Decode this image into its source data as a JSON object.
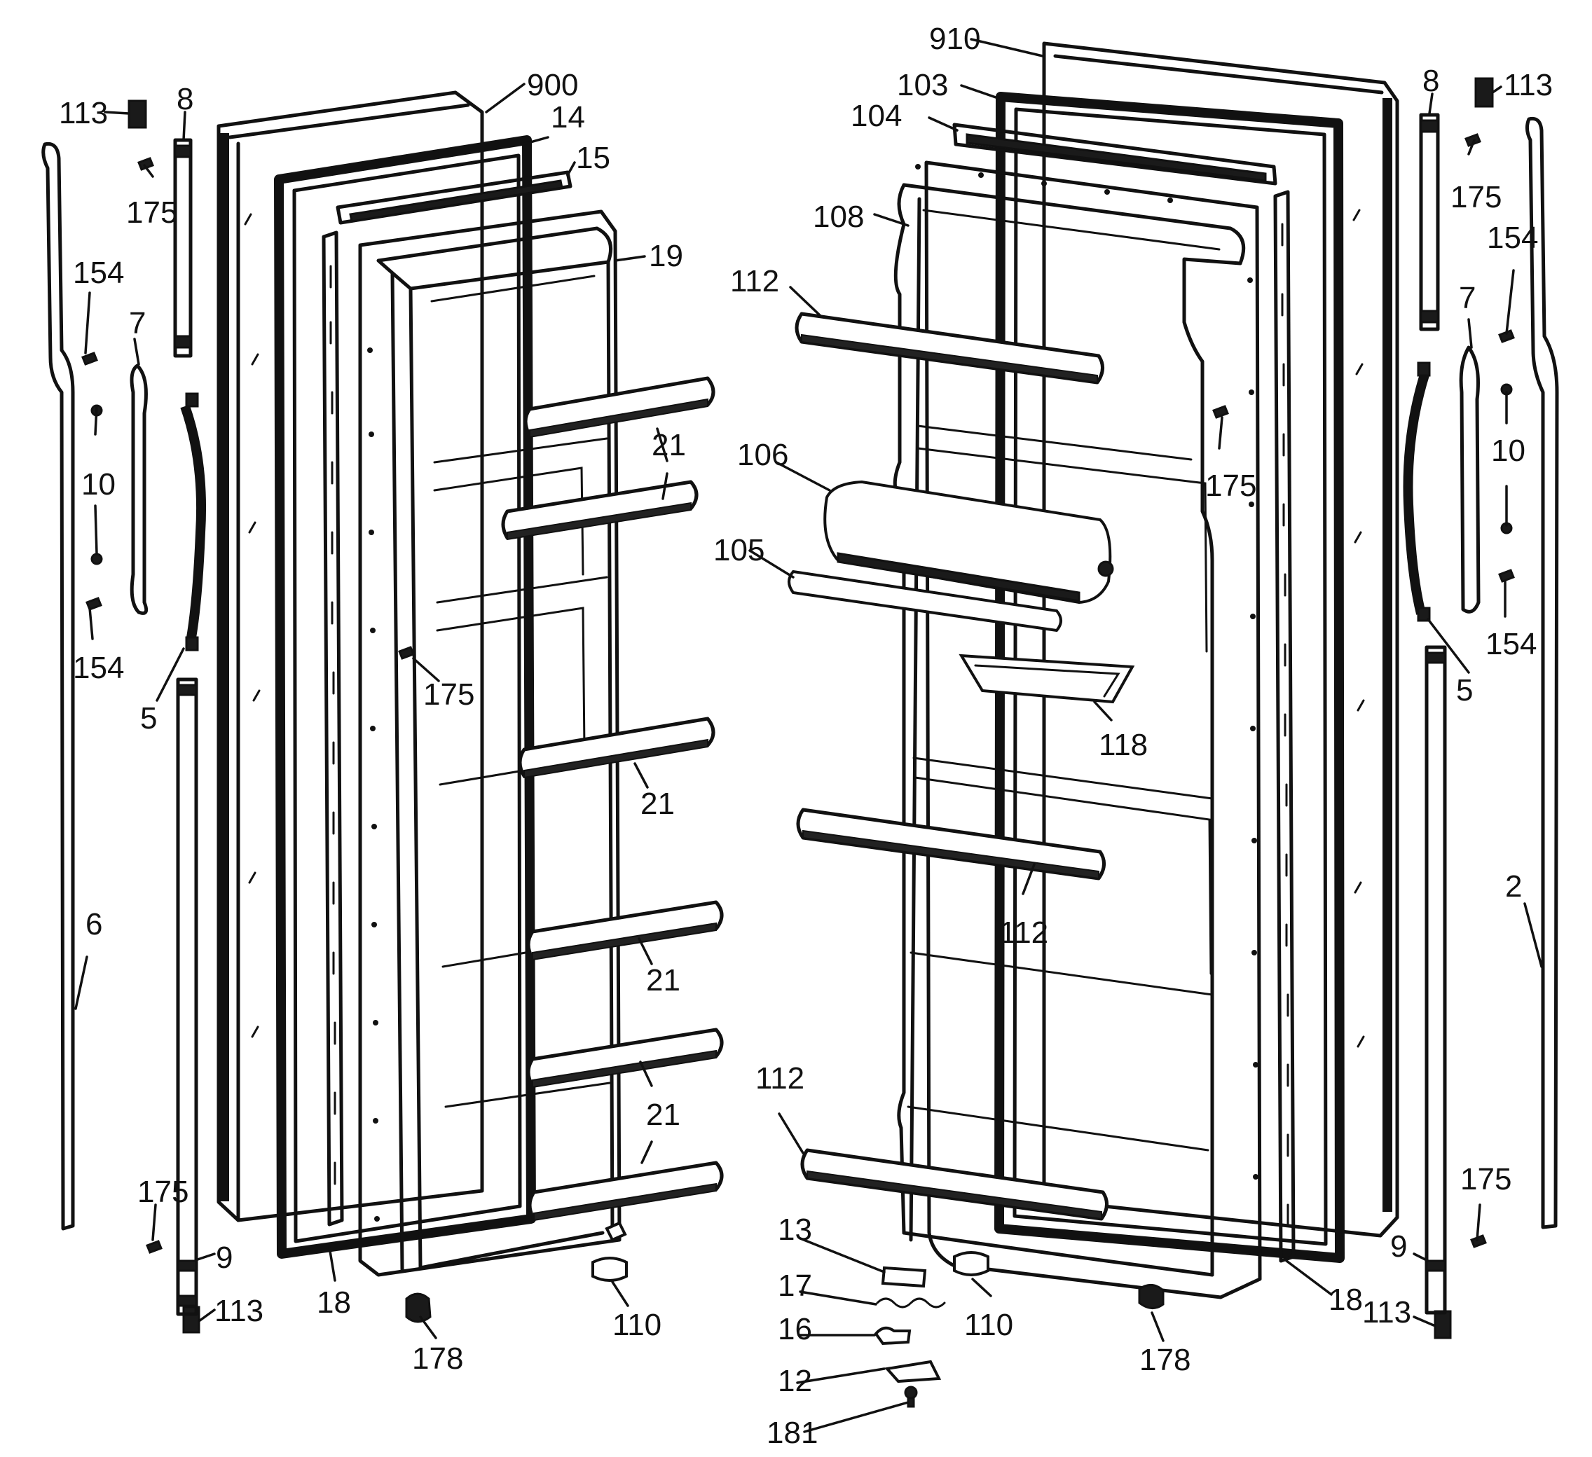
{
  "callouts": [
    {
      "id": "c-900",
      "text": "900"
    },
    {
      "id": "c-14",
      "text": "14"
    },
    {
      "id": "c-15",
      "text": "15"
    },
    {
      "id": "c-19",
      "text": "19"
    },
    {
      "id": "c-113-tl",
      "text": "113"
    },
    {
      "id": "c-8-l",
      "text": "8"
    },
    {
      "id": "c-175-tl",
      "text": "175"
    },
    {
      "id": "c-154-l1",
      "text": "154"
    },
    {
      "id": "c-7-l",
      "text": "7"
    },
    {
      "id": "c-10-l",
      "text": "10"
    },
    {
      "id": "c-154-l2",
      "text": "154"
    },
    {
      "id": "c-5-l",
      "text": "5"
    },
    {
      "id": "c-6",
      "text": "6"
    },
    {
      "id": "c-21-a",
      "text": "21"
    },
    {
      "id": "c-21-b",
      "text": "21"
    },
    {
      "id": "c-21-c",
      "text": "21"
    },
    {
      "id": "c-21-d",
      "text": "21"
    },
    {
      "id": "c-175-ml",
      "text": "175"
    },
    {
      "id": "c-175-bl",
      "text": "175"
    },
    {
      "id": "c-9-l",
      "text": "9"
    },
    {
      "id": "c-113-bl",
      "text": "113"
    },
    {
      "id": "c-18-l",
      "text": "18"
    },
    {
      "id": "c-178-l",
      "text": "178"
    },
    {
      "id": "c-110-l",
      "text": "110"
    },
    {
      "id": "c-910",
      "text": "910"
    },
    {
      "id": "c-103",
      "text": "103"
    },
    {
      "id": "c-104",
      "text": "104"
    },
    {
      "id": "c-108",
      "text": "108"
    },
    {
      "id": "c-112-t",
      "text": "112"
    },
    {
      "id": "c-106",
      "text": "106"
    },
    {
      "id": "c-105",
      "text": "105"
    },
    {
      "id": "c-175-mr",
      "text": "175"
    },
    {
      "id": "c-118",
      "text": "118"
    },
    {
      "id": "c-112-m",
      "text": "112"
    },
    {
      "id": "c-112-b",
      "text": "112"
    },
    {
      "id": "c-13",
      "text": "13"
    },
    {
      "id": "c-17",
      "text": "17"
    },
    {
      "id": "c-16",
      "text": "16"
    },
    {
      "id": "c-12",
      "text": "12"
    },
    {
      "id": "c-181",
      "text": "181"
    },
    {
      "id": "c-110-r",
      "text": "110"
    },
    {
      "id": "c-178-r",
      "text": "178"
    },
    {
      "id": "c-18-r",
      "text": "18"
    },
    {
      "id": "c-8-r",
      "text": "8"
    },
    {
      "id": "c-113-tr",
      "text": "113"
    },
    {
      "id": "c-175-tr",
      "text": "175"
    },
    {
      "id": "c-154-r1",
      "text": "154"
    },
    {
      "id": "c-7-r",
      "text": "7"
    },
    {
      "id": "c-10-r",
      "text": "10"
    },
    {
      "id": "c-154-r2",
      "text": "154"
    },
    {
      "id": "c-5-r",
      "text": "5"
    },
    {
      "id": "c-2",
      "text": "2"
    },
    {
      "id": "c-175-br",
      "text": "175"
    },
    {
      "id": "c-9-r",
      "text": "9"
    },
    {
      "id": "c-113-br",
      "text": "113"
    }
  ]
}
